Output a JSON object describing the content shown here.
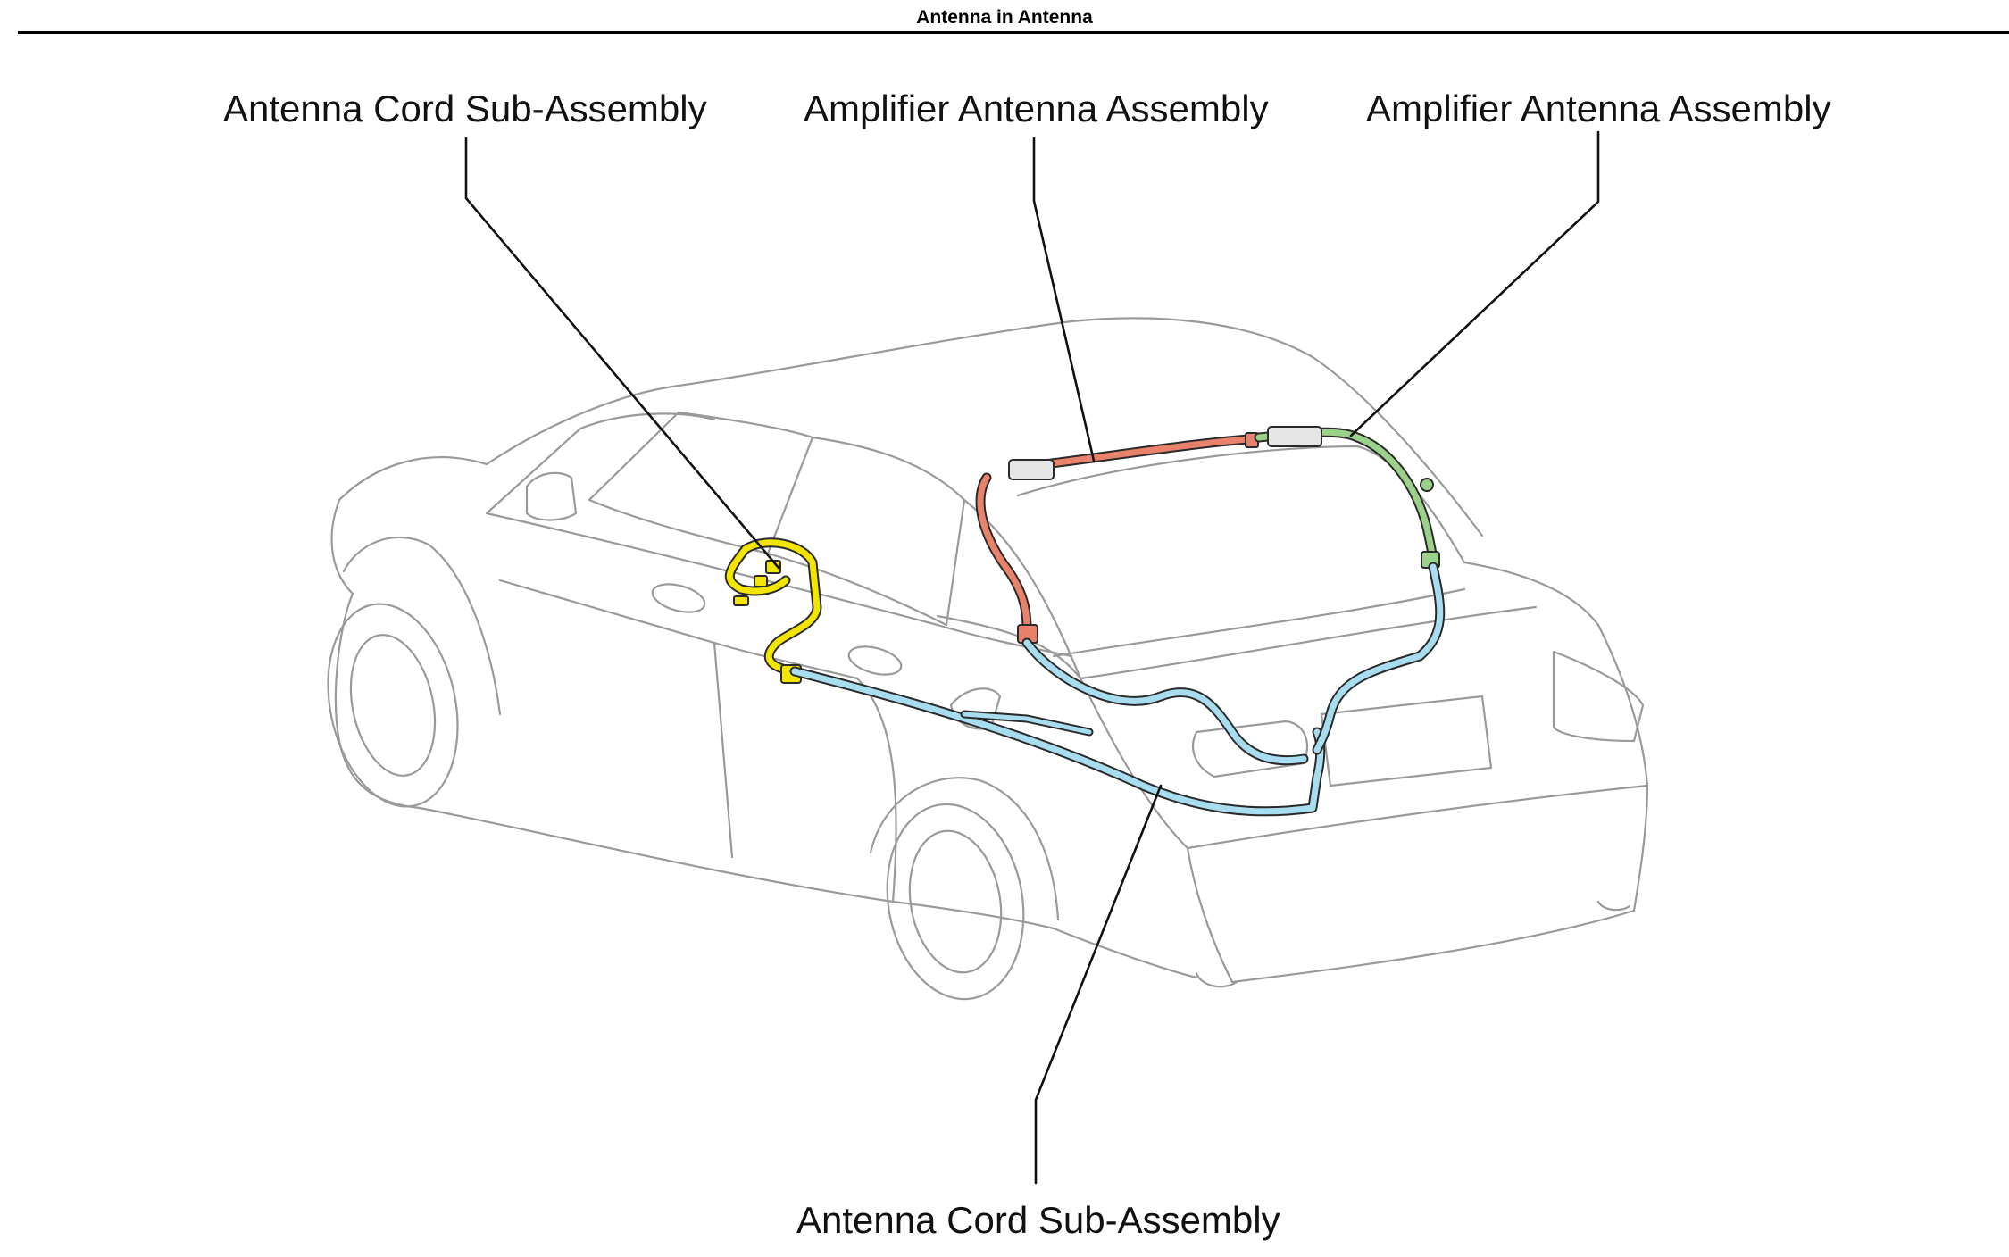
{
  "header": {
    "title": "Antenna in Antenna"
  },
  "callouts": {
    "cord_top": "Antenna Cord Sub-Assembly",
    "amp_left": "Amplifier Antenna Assembly",
    "amp_right": "Amplifier Antenna Assembly",
    "cord_bottom": "Antenna Cord Sub-Assembly"
  },
  "colors": {
    "outline": "#9a9a9a",
    "leader": "#111111",
    "cord_yellow": "#f2e600",
    "amp_red": "#e8826a",
    "amp_green": "#9bd18a",
    "cord_blue": "#a8dcef"
  }
}
